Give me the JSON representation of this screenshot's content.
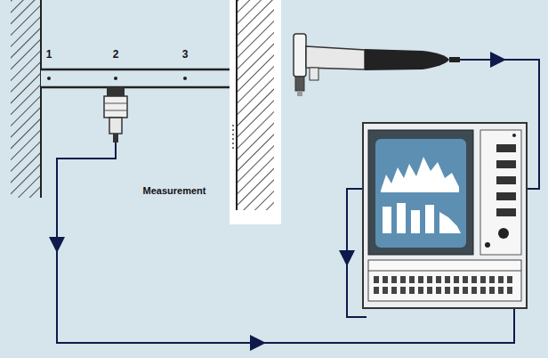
{
  "diagram": {
    "labels": [
      "1",
      "2",
      "3",
      "Measurement"
    ]
  }
}
